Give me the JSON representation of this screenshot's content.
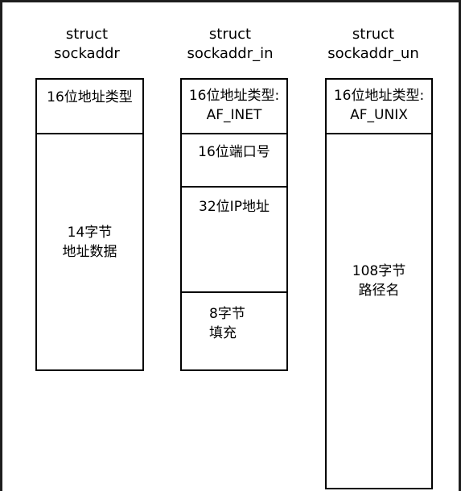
{
  "columns": [
    {
      "title": "struct\nsockaddr",
      "cells": [
        "16位地址类型",
        "14字节\n地址数据"
      ]
    },
    {
      "title": "struct\nsockaddr_in",
      "cells": [
        "16位地址类型:\nAF_INET",
        "16位端口号",
        "32位IP地址",
        "8字节\n填充"
      ]
    },
    {
      "title": "struct\nsockaddr_un",
      "cells": [
        "16位地址类型:\nAF_UNIX",
        "108字节\n路径名"
      ]
    }
  ],
  "colors": {
    "frame": "#1e1e1e",
    "background": "#ffffff",
    "stroke": "#000000"
  }
}
